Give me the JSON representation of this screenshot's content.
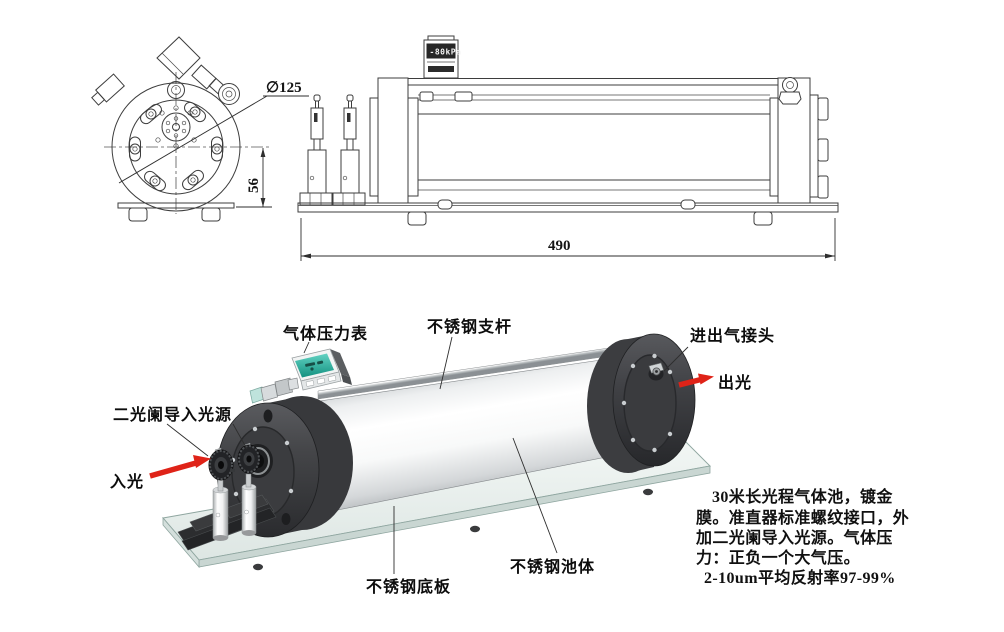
{
  "front_view": {
    "diameter_label": "∅125",
    "height_label": "56"
  },
  "side_view": {
    "length_label": "490",
    "gauge_display": "-80kPa"
  },
  "illustration": {
    "labels": {
      "pressure_gauge": "气体压力表",
      "support_rod": "不锈钢支杆",
      "gas_port": "进出气接头",
      "light_out": "出光",
      "aperture_light_source": "二光阑导入光源",
      "light_in": "入光",
      "base_plate": "不锈钢底板",
      "cell_body": "不锈钢池体"
    },
    "arrow_color": "#df2318"
  },
  "notes": {
    "lines": [
      "30米长光程气体池，镀金",
      "膜。准直器标准螺纹接口，外",
      "加二光阑导入光源。气体压",
      "力：正负一个大气压。",
      "2-10um平均反射率97-99%"
    ]
  }
}
